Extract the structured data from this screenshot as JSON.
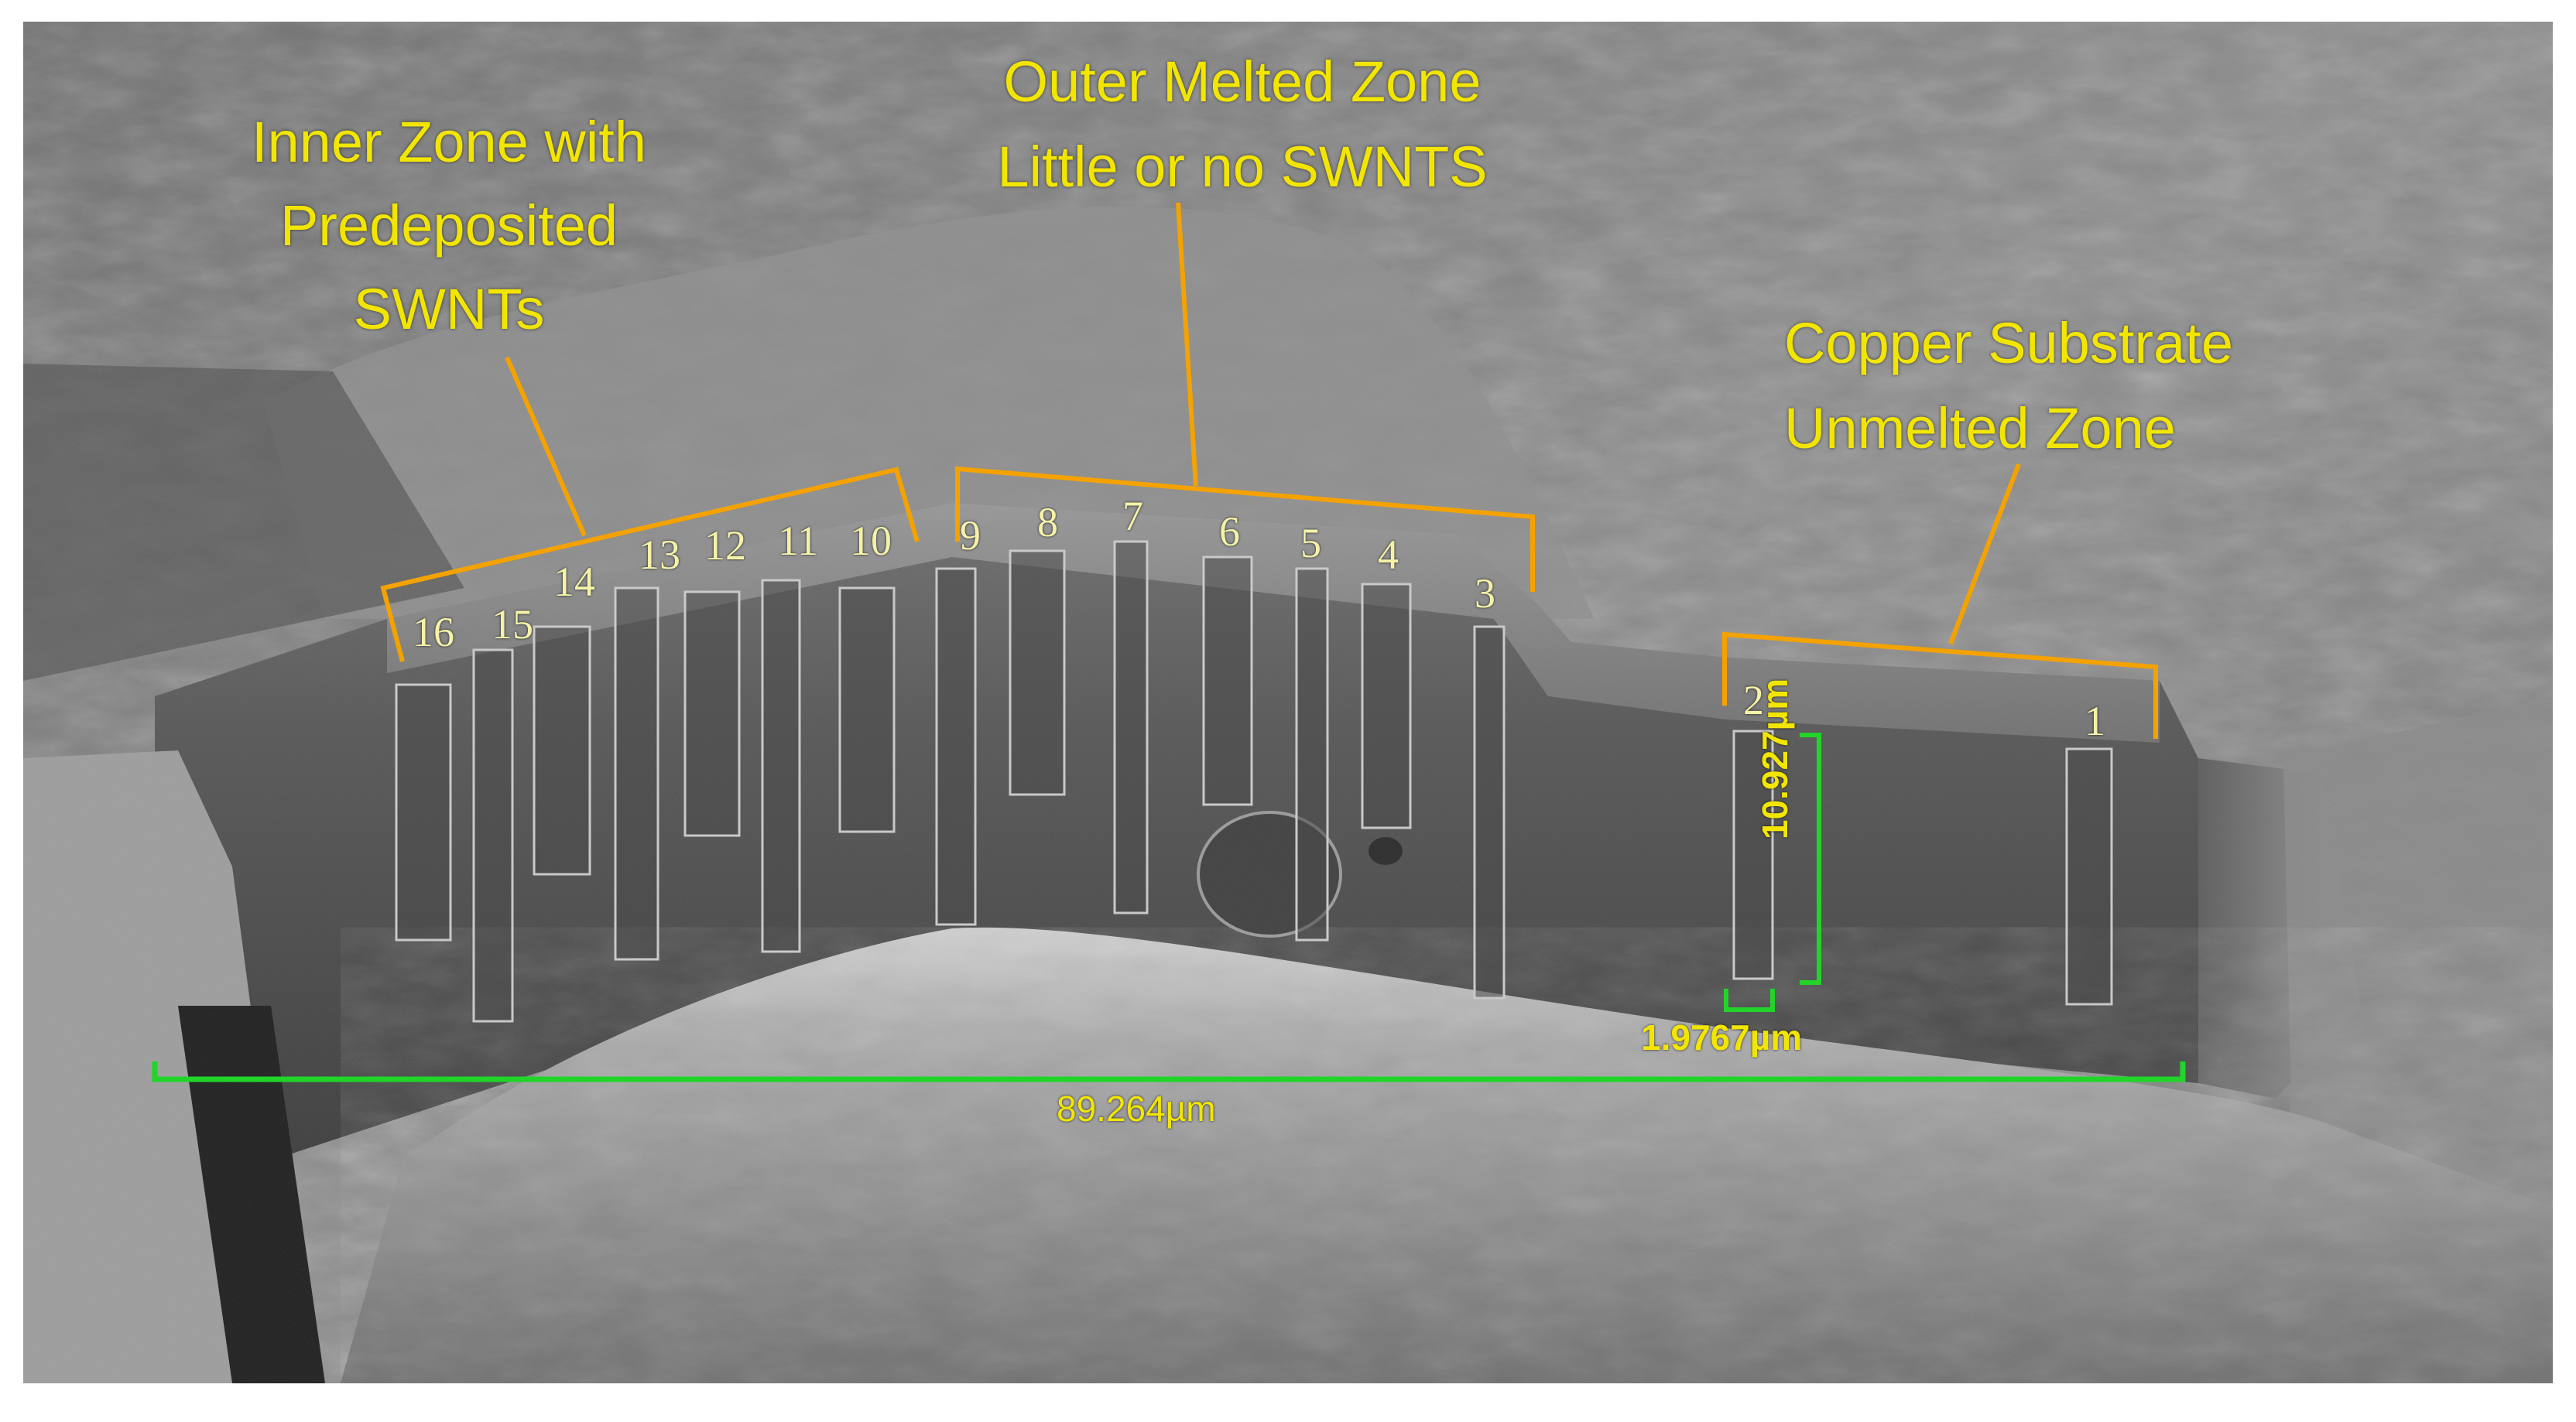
{
  "image": {
    "kind": "scanning electron micrograph",
    "colors": {
      "annotation_text": "#f2e600",
      "bracket": "#f4a200",
      "scale_bar": "#22d42a",
      "background": "#ffffff"
    }
  },
  "zone_labels": {
    "inner": [
      "Inner Zone with",
      "Predeposited",
      "SWNTs"
    ],
    "outer": [
      "Outer Melted Zone",
      "Little or no SWNTS"
    ],
    "copper": [
      "Copper Substrate",
      "Unmelted Zone"
    ]
  },
  "site_numbers": [
    "16",
    "15",
    "14",
    "13",
    "12",
    "11",
    "10",
    "9",
    "8",
    "7",
    "6",
    "5",
    "4",
    "3",
    "2",
    "1"
  ],
  "measurements": {
    "height": "10.927µm",
    "width": "1.9767µm",
    "span": "89.264µm"
  }
}
